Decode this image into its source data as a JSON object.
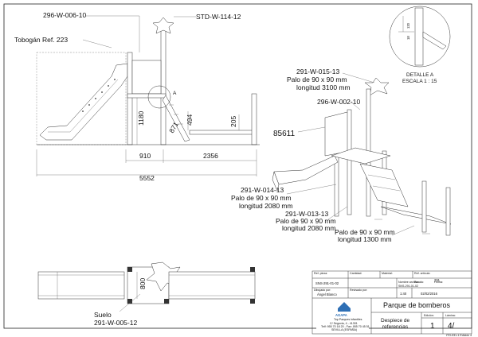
{
  "labels": {
    "part_006": "296-W-006-10",
    "part_std": "STD-W-114-12",
    "slide": "Tobogán Ref. 223",
    "part_015": "291-W-015-13",
    "post_3100_a": "Palo de 90 x 90 mm",
    "post_3100_b": "longitud 3100 mm",
    "part_002": "296-W-002-10",
    "part_85611": "85611",
    "part_014": "291-W-014-13",
    "post_2080a_a": "Palo de 90 x 90 mm",
    "post_2080a_b": "longitud 2080 mm",
    "part_013": "291-W-013-13",
    "post_2080b_a": "Palo de 90 x 90 mm",
    "post_2080b_b": "longitud 2080 mm",
    "post_1300_a": "Palo de 90 x 90 mm",
    "post_1300_b": "longitud 1300 mm",
    "floor_a": "Suelo",
    "floor_b": "291-W-005-12",
    "detail_a": "DETALLE A",
    "detail_b": "ESCALA 1 : 15",
    "callout_a": "A",
    "detail_dim_1": "120",
    "detail_dim_2": "18"
  },
  "dimensions": {
    "height_1180": "1180",
    "d_494": "494",
    "d_871": "871",
    "d_205": "205",
    "d_910": "910",
    "d_2356": "2356",
    "d_5552": "5552",
    "d_800": "800"
  },
  "title_block": {
    "ref_pieza_label": "Ref. pieza:",
    "ref_pieza": "SNS-291-01-02",
    "cantidad_label": "Cantidad:",
    "material_label": "Material:",
    "ref_articulo_label": "Ref. artículo:",
    "ref_articulo": "291",
    "dibujado_label": "Dibujado por:",
    "dibujado": "Ángel Blanco",
    "revisado_label": "Revisado por:",
    "nombre_archivo_label": "Nombre archivo:",
    "nombre_archivo": "SNS-291-01-02",
    "escala_label": "Escala:",
    "escala": "1:40",
    "fecha_label": "Fecha:",
    "fecha": "02/02/2016",
    "company": "AGAPA",
    "company_tag": "Top Parques infantiles",
    "address_1": "C/ Segovia, 4 - 41301",
    "address_2": "Telf: 955 70 18 20 - Fax: 955 70 45 51",
    "address_3": "SEVILLA (ESPAÑA)",
    "project": "Parque de bomberos",
    "sheet_title_a": "Despiece de",
    "sheet_title_b": "referencias",
    "edicion_label": "Edición:",
    "edicion": "1",
    "lamina_label": "Lámina:",
    "lamina": "4/",
    "footer_code": "ITG-031-1 Edición 4"
  }
}
